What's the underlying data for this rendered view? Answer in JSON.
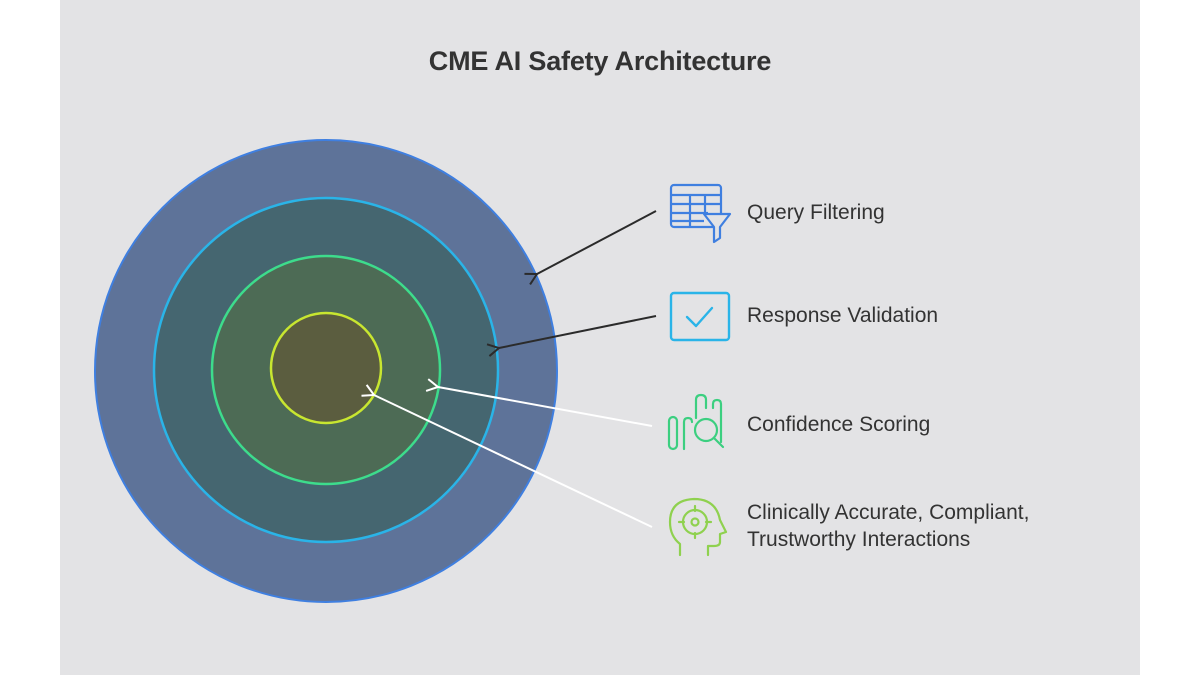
{
  "title": "CME AI Safety Architecture",
  "colors": {
    "background": "#e3e3e5",
    "ring_outer": "#5e7399",
    "ring_outer_stroke": "#3f7fe0",
    "ring_2": "#456670",
    "ring_2_stroke": "#2ab4e8",
    "ring_3": "#4d6b55",
    "ring_3_stroke": "#3ddc8c",
    "ring_inner": "#5b5d3f",
    "ring_inner_stroke": "#c8e630",
    "arrow_dark": "#2b2b2b",
    "arrow_light": "#ffffff",
    "title": "#333333"
  },
  "layers": [
    {
      "label": "Query Filtering",
      "icon": "table-filter-icon",
      "color": "#3f7fe0",
      "arrow": "dark"
    },
    {
      "label": "Response Validation",
      "icon": "checkbox-icon",
      "color": "#2ab4e8",
      "arrow": "dark"
    },
    {
      "label": "Confidence Scoring",
      "icon": "chart-search-icon",
      "color": "#3ccf80",
      "arrow": "light"
    },
    {
      "label": "Clinically Accurate, Compliant,",
      "label_line2": "Trustworthy Interactions",
      "icon": "head-target-icon",
      "color": "#8fd14f",
      "arrow": "light"
    }
  ]
}
